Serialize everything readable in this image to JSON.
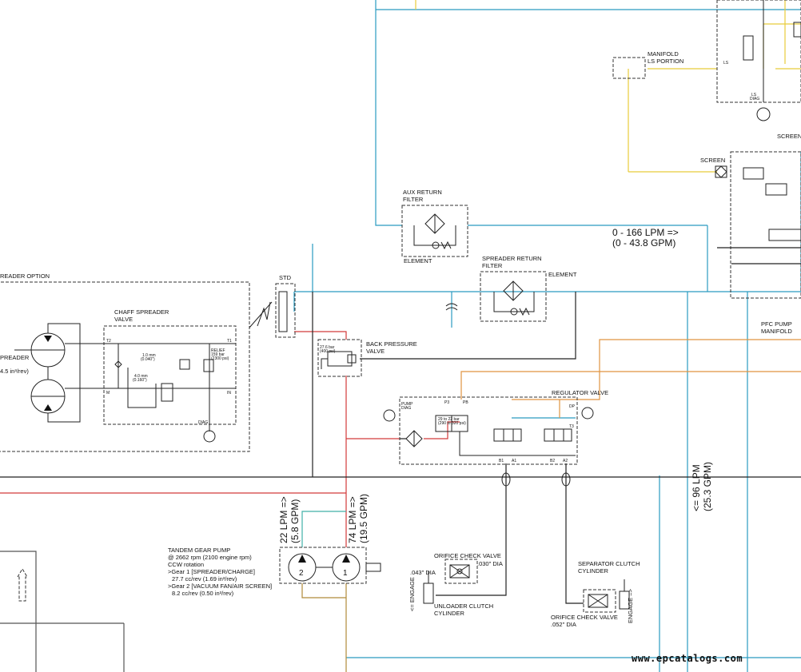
{
  "labels": {
    "manifold_ls": [
      "MANIFOLD",
      "LS PORTION"
    ],
    "screen_top": "SCREEN",
    "screen": "SCREEN",
    "ls": "LS",
    "aux_return_filter": [
      "AUX RETURN",
      "FILTER"
    ],
    "element_aux": "ELEMENT",
    "spreader_return_filter": [
      "SPREADER RETURN",
      "FILTER"
    ],
    "element_spreader": "ELEMENT",
    "flow_166": [
      "0 - 166 LPM =>",
      "(0 - 43.8 GPM)"
    ],
    "pfc_pump_manifold": [
      "PFC PUMP",
      "MANIFOLD"
    ],
    "spreader_option": "READER OPTION",
    "spreader_motor": "PREADER",
    "spreader_disp": "4.5 in³/rev)",
    "chaff_spreader_valve": [
      "CHAFF SPREADER",
      "VALVE"
    ],
    "std": "STD",
    "back_pressure_valve": [
      "BACK PRESSURE",
      "VALVE"
    ],
    "regulator_valve": "REGULATOR VALVE",
    "flow_22": [
      "22 LPM =>",
      "(5.8 GPM)"
    ],
    "flow_74": [
      "74 LPM =>",
      "(19.5 GPM)"
    ],
    "flow_96": [
      "<= 96 LPM",
      "(25.3 GPM)"
    ],
    "tandem_gear_pump": [
      "TANDEM GEAR PUMP",
      "@ 2662 rpm (2100 engine rpm)",
      "CCW rotation",
      ">Gear 1 [SPREADER/CHARGE]",
      "  27.7 cc/rev (1.69 in³/rev)",
      ">Gear 2 [VACUUM FAN/AIR SCREEN]",
      "  8.2 cc/rev (0.50 in³/rev)"
    ],
    "pump_gear_2": "2",
    "pump_gear_1": "1",
    "orifice_check_valve_1": "ORIFICE CHECK VALVE",
    "orifice_043": ".043\" DIA",
    "orifice_030": ".030\" DIA",
    "engage_1": "<= ENGAGE",
    "unloader_clutch_cylinder": [
      "UNLOADER CLUTCH",
      "CYLINDER"
    ],
    "separator_clutch_cylinder": [
      "SEPARATOR CLUTCH",
      "CYLINDER"
    ],
    "orifice_check_valve_2": "ORIFICE CHECK VALVE",
    "orifice_052": ".052\" DIA",
    "engage_2": "ENGAGE =>",
    "chaff_orifice_1": [
      "1.0 mm",
      "(0.040\")"
    ],
    "chaff_orifice_2": [
      "4.0 mm",
      "(0.160\")"
    ],
    "chaff_relief": [
      "RELIEF",
      "159 bar",
      "(2300 psi)"
    ],
    "chaff_port_t2": "T2",
    "chaff_port_t1": "T1",
    "chaff_port_m": "M",
    "chaff_port_in": "IN",
    "chaff_port_dia": "DIAG",
    "bp_setting": [
      "27.6 bar",
      "(400 psi)"
    ],
    "reg_port_pp": "P3",
    "reg_port_pb": "PB",
    "reg_port_dp": "DP",
    "reg_port_pump": [
      "PUMP",
      "DIAG"
    ],
    "reg_port_t3": "T3",
    "reg_port_a1": "A1",
    "reg_port_b1": "B1",
    "reg_port_a2": "A2",
    "reg_port_b2": "B2",
    "reg_spring": [
      "29 to 22 bar",
      "(290 to 320 psi)"
    ],
    "ls_diag": [
      "LS",
      "DIAG"
    ]
  },
  "watermark": "www.epcatalogs.com",
  "colors": {
    "blue": "#2a9bc0",
    "yellow": "#e8cc3a",
    "red": "#d23a3a",
    "orange": "#e09440",
    "black": "#222222"
  },
  "icons": [
    "pump-icon",
    "filter-icon",
    "check-valve-icon",
    "solenoid-valve-icon",
    "relief-valve-icon",
    "cylinder-icon",
    "orifice-icon",
    "motor-icon",
    "diagnostic-port-icon",
    "accumulator-icon"
  ]
}
